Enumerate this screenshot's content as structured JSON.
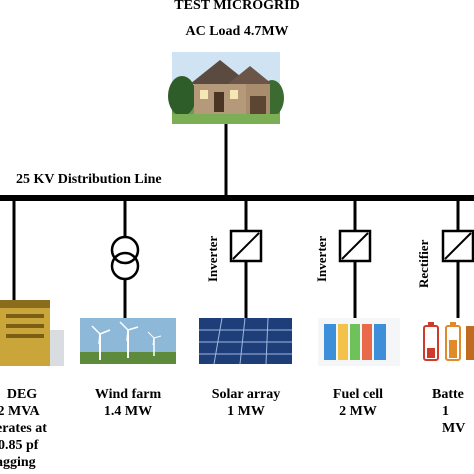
{
  "diagram": {
    "title": "TEST MICROGRID",
    "load_label": "AC Load 4.7MW",
    "line_label": "25 KV Distribution Line",
    "components": [
      {
        "id": "deg",
        "name": "DEG",
        "details": [
          ".2 MVA",
          "erates at",
          "0.85 pf",
          "agging"
        ]
      },
      {
        "id": "wind",
        "name": "Wind farm",
        "details": [
          "1.4 MW"
        ]
      },
      {
        "id": "solar",
        "name": "Solar array",
        "details": [
          "1 MW"
        ],
        "converter": "Inverter"
      },
      {
        "id": "fuel",
        "name": "Fuel cell",
        "details": [
          "2 MW"
        ],
        "converter": "Inverter"
      },
      {
        "id": "battery",
        "name": "Batte",
        "details": [
          "1 MV"
        ],
        "converter": "Rectifier"
      }
    ]
  }
}
